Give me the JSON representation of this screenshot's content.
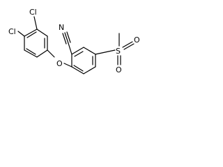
{
  "structure": {
    "atom_labels": {
      "chlorine_top": "Cl",
      "chlorine_left": "Cl",
      "nitrile_nitrogen": "N",
      "ether_oxygen": "O",
      "sulfur": "S",
      "sulfonyl_oxygen_upper": "O",
      "sulfonyl_oxygen_lower": "O"
    }
  }
}
